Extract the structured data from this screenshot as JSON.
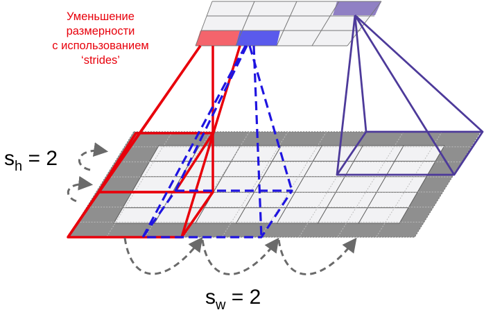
{
  "caption": {
    "lines": [
      "Уменьшение",
      "размерности",
      "с использованием",
      "‘strides’"
    ]
  },
  "labels": {
    "sh_base": "s",
    "sh_sub": "h",
    "sh_value": "= 2",
    "sw_base": "s",
    "sw_sub": "w",
    "sw_value": "= 2"
  },
  "colors": {
    "red": "#e8000b",
    "blue": "#1f14e0",
    "purple": "#4d3a9a",
    "input_padding": "#8f8f8f",
    "input_cell": "#f2f2f4",
    "output_cell": "#f2f2f4",
    "output_red_cell": "#f4646c",
    "output_blue_cell": "#5a5aec",
    "output_purple_cell": "#9080c4",
    "arrow": "#6a6a6a"
  },
  "icons": {
    "row_stride_arrows": "dashed-curved-arrow",
    "column_stride_arrows": "dashed-curved-arrow"
  }
}
